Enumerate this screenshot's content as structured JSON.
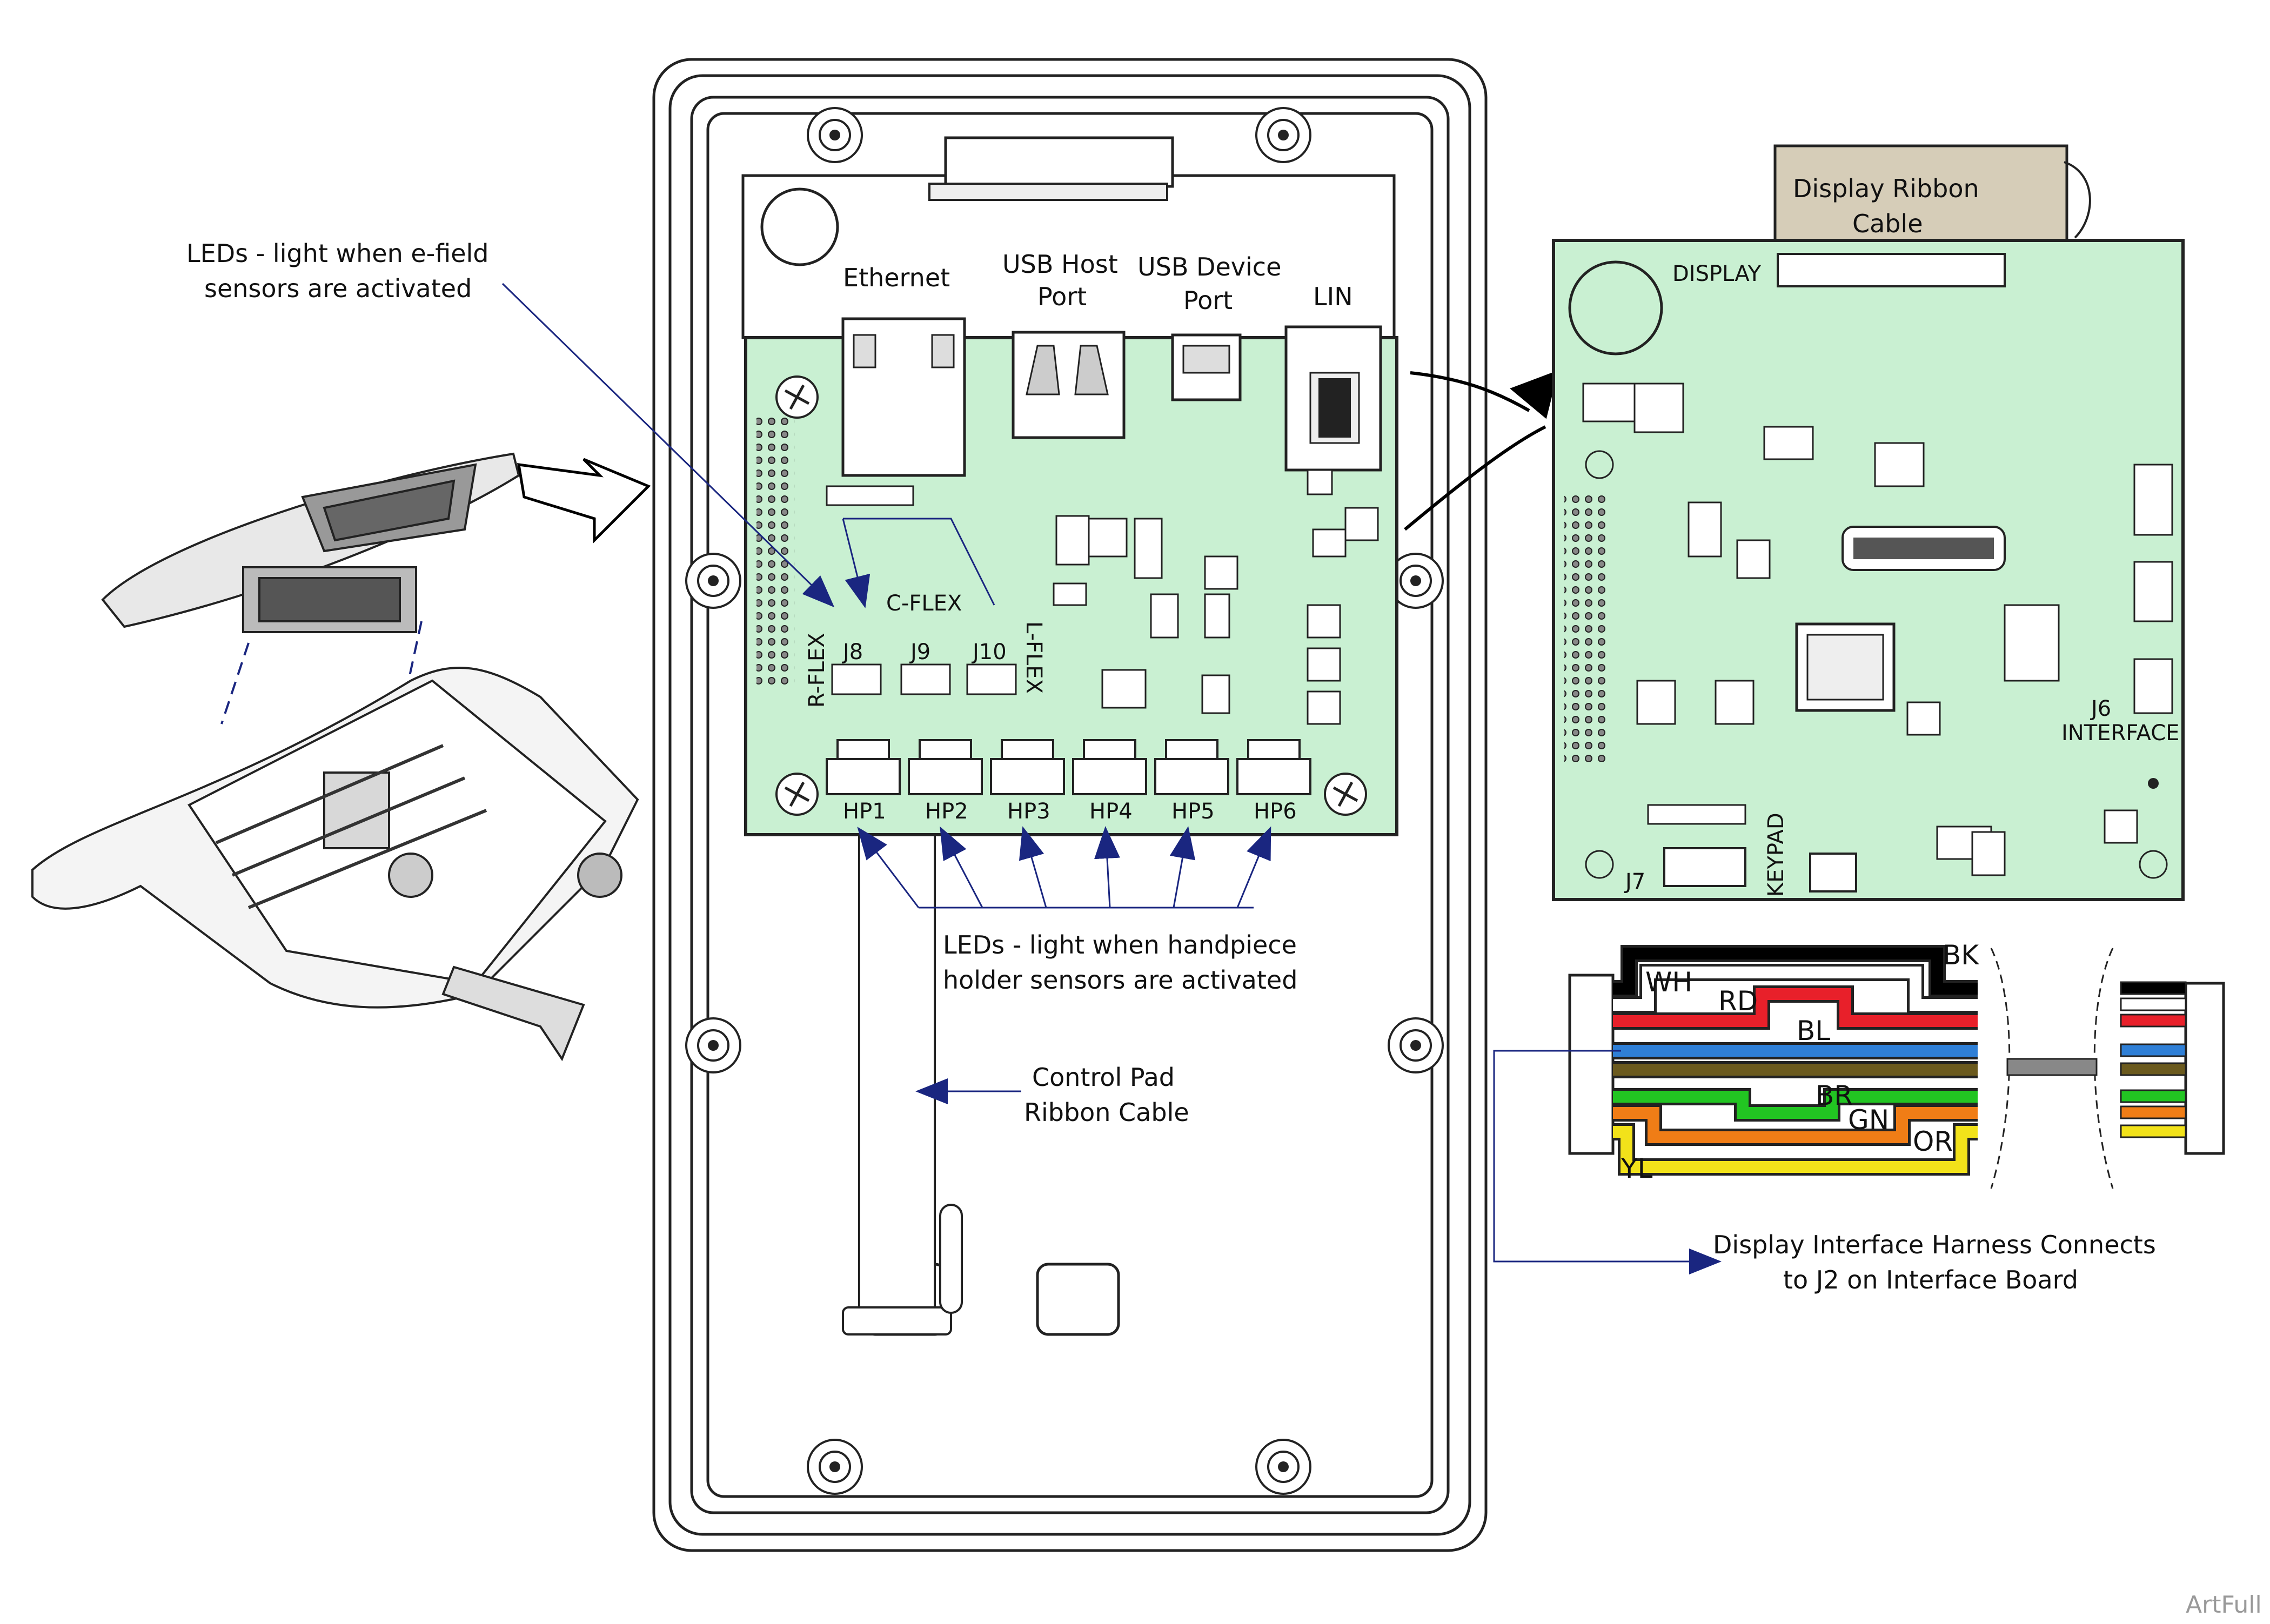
{
  "annotations": {
    "led_efield_line1": "LEDs - light when e-field",
    "led_efield_line2": "sensors are activated",
    "led_handpiece_line1": "LEDs - light when handpiece",
    "led_handpiece_line2": "holder sensors are activated",
    "control_pad_line1": "Control Pad",
    "control_pad_line2": "Ribbon Cable",
    "display_ribbon_line1": "Display Ribbon",
    "display_ribbon_line2": "Cable",
    "harness_line1": "Display Interface Harness Connects",
    "harness_line2": "to J2 on Interface Board",
    "watermark": "ArtFull"
  },
  "ports": {
    "ethernet": "Ethernet",
    "usb_host_1": "USB Host",
    "usb_host_2": "Port",
    "usb_device_1": "USB Device",
    "usb_device_2": "Port",
    "lin": "LIN"
  },
  "main_board": {
    "flex": [
      "R-FLEX",
      "C-FLEX",
      "L-FLEX"
    ],
    "jacks": [
      "J8",
      "J9",
      "J10"
    ],
    "hp_connectors": [
      "HP1",
      "HP2",
      "HP3",
      "HP4",
      "HP5",
      "HP6"
    ]
  },
  "display_board": {
    "display": "DISPLAY",
    "j6": "J6",
    "interface": "INTERFACE",
    "j7": "J7",
    "keypad": "KEYPAD"
  },
  "wires": [
    {
      "label": "BK",
      "color": "#000000"
    },
    {
      "label": "WH",
      "color": "#ffffff"
    },
    {
      "label": "RD",
      "color": "#e8202a"
    },
    {
      "label": "BL",
      "color": "#2f7fd6"
    },
    {
      "label": "BR",
      "color": "#6b5a1e"
    },
    {
      "label": "GN",
      "color": "#22c522"
    },
    {
      "label": "OR",
      "color": "#f07d16"
    },
    {
      "label": "YL",
      "color": "#f2e21a"
    }
  ],
  "colors": {
    "board": "#c9f0d2",
    "arrow": "#1a2680",
    "cable": "#d6cdb8"
  }
}
